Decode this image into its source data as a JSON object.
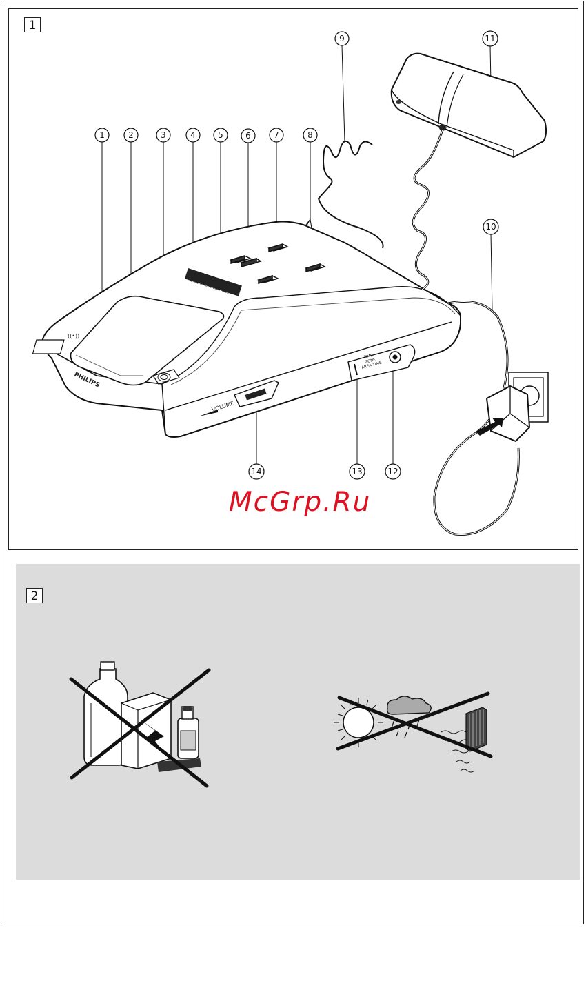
{
  "figure1": {
    "number": "1",
    "callouts": [
      {
        "id": "c1",
        "label": "1"
      },
      {
        "id": "c2",
        "label": "2"
      },
      {
        "id": "c3",
        "label": "3"
      },
      {
        "id": "c4",
        "label": "4"
      },
      {
        "id": "c5",
        "label": "5"
      },
      {
        "id": "c6",
        "label": "6"
      },
      {
        "id": "c7",
        "label": "7"
      },
      {
        "id": "c8",
        "label": "8"
      },
      {
        "id": "c9",
        "label": "9"
      },
      {
        "id": "c10",
        "label": "10"
      },
      {
        "id": "c11",
        "label": "11"
      },
      {
        "id": "c12",
        "label": "12"
      },
      {
        "id": "c13",
        "label": "13"
      },
      {
        "id": "c14",
        "label": "14"
      }
    ],
    "device_labels": {
      "brand": "PHILIPS",
      "volume": "VOLUME",
      "repeat_alarm": "REPEAT ALARM",
      "brightness_control": "BRIGHTNESS CONTROL",
      "time": "TIME",
      "zone": "ZONE",
      "area_time": "AREA TIME"
    }
  },
  "figure2": {
    "number": "2"
  },
  "watermark": "McGrp.Ru"
}
